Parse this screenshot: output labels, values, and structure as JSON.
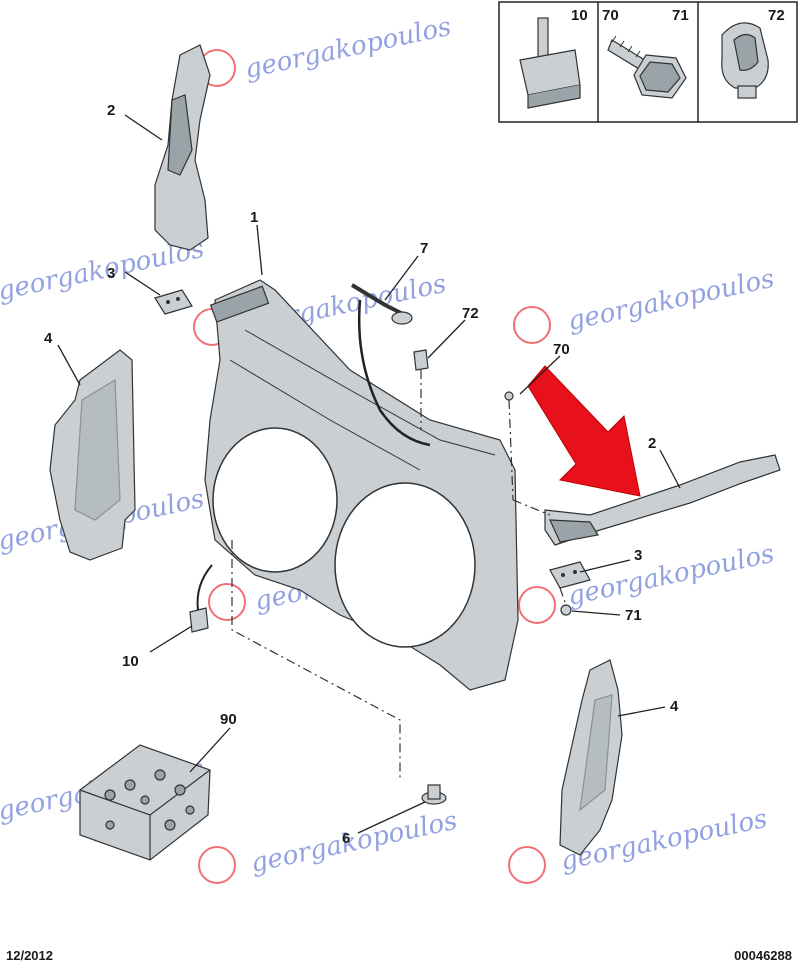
{
  "callouts": [
    {
      "id": "c1",
      "text": "1"
    },
    {
      "id": "c2a",
      "text": "2"
    },
    {
      "id": "c2b",
      "text": "2"
    },
    {
      "id": "c3a",
      "text": "3"
    },
    {
      "id": "c3b",
      "text": "3"
    },
    {
      "id": "c4a",
      "text": "4"
    },
    {
      "id": "c4b",
      "text": "4"
    },
    {
      "id": "c6",
      "text": "6"
    },
    {
      "id": "c7",
      "text": "7"
    },
    {
      "id": "c10",
      "text": "10"
    },
    {
      "id": "c70",
      "text": "70"
    },
    {
      "id": "c71",
      "text": "71"
    },
    {
      "id": "c72",
      "text": "72"
    },
    {
      "id": "c90",
      "text": "90"
    }
  ],
  "inset": {
    "labels": [
      "10",
      "70",
      "71",
      "72"
    ]
  },
  "watermark": {
    "text": "georgakopoulos",
    "color": "#3a56c8"
  },
  "arrow_color": "#e8111b",
  "footer": {
    "left": "12/2012",
    "right": "00046288"
  }
}
